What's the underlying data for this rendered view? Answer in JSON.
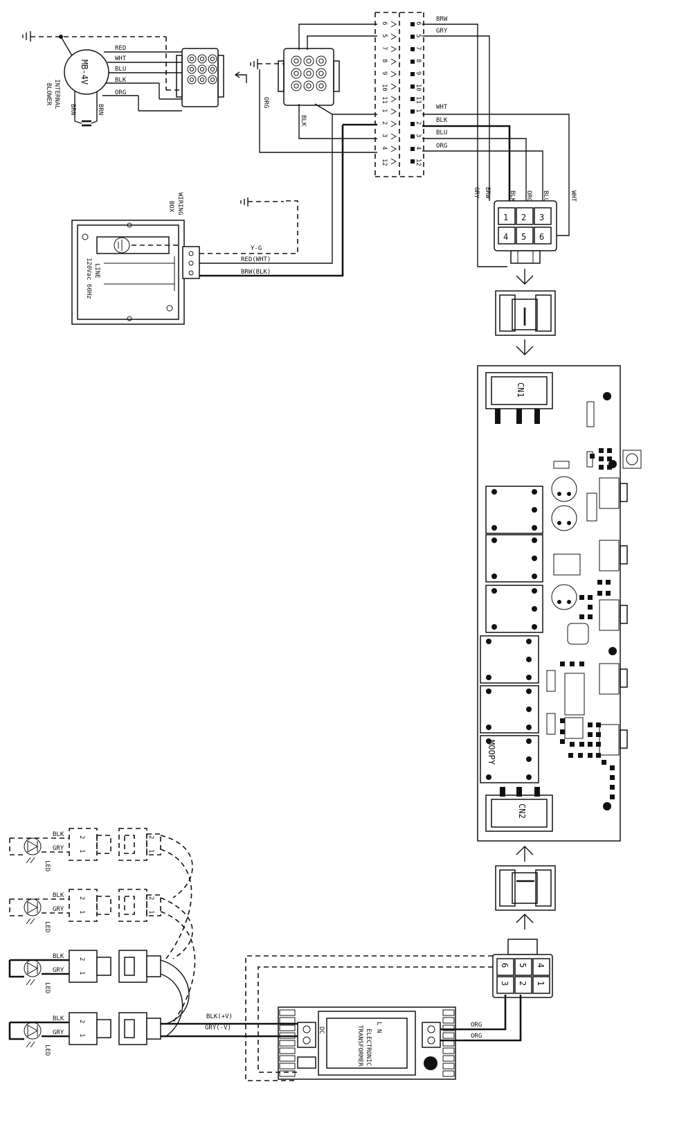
{
  "blower": {
    "model": "MB-4V",
    "title_line1": "INTERNAL",
    "title_line2": "BLOWER",
    "wires": [
      "RED",
      "WHT",
      "BLU",
      "BLK",
      "ORG"
    ],
    "cap_label_a": "BRN",
    "cap_label_b": "BRN"
  },
  "wiring_box": {
    "title_line1": "WIRING",
    "title_line2": "BOX",
    "plug_label_line1": "LINE",
    "plug_label_line2": "120Vac 60Hz",
    "wires": [
      "Y-G",
      "RED(WHT)",
      "BRW(BLK)"
    ]
  },
  "terminal_block": {
    "left_numbers": [
      "6",
      "5",
      "7",
      "8",
      "9",
      "10",
      "11",
      "1",
      "2",
      "3",
      "4",
      "12"
    ],
    "right_numbers": [
      "6",
      "5",
      "7",
      "8",
      "9",
      "10",
      "11",
      "1",
      "2",
      "3",
      "4",
      "12"
    ],
    "wires_top": [
      "BRW",
      "GRY"
    ],
    "wires_bottom": [
      "WHT",
      "BLK",
      "BLU",
      "ORG"
    ]
  },
  "nine_pin_connector": {
    "side_labels": [
      "ORG",
      "BLK"
    ]
  },
  "six_pin_top": {
    "pins": [
      "1",
      "2",
      "3",
      "4",
      "5",
      "6"
    ],
    "wires": [
      "GRY",
      "BRW",
      "BLK",
      "ORG",
      "BLU",
      "WHT"
    ]
  },
  "control_board": {
    "cn1": "CN1",
    "cn2": "CN2",
    "relay_label": "MOOPY"
  },
  "six_pin_bottom": {
    "pins": [
      "6",
      "5",
      "4",
      "3",
      "2",
      "1"
    ]
  },
  "transformer": {
    "title_line1": "ELECTRONIC",
    "title_line2": "TRANSFORMER",
    "input_label": "L  N",
    "side_label": "DC",
    "input_wires": [
      "ORG",
      "ORG"
    ],
    "output_wires": [
      "BLK(+V)",
      "GRY(-V)"
    ]
  },
  "lamps": {
    "wire_labels": [
      "BLK",
      "GRY"
    ],
    "pin_labels": [
      "2",
      "1"
    ],
    "lamp_label": "LED",
    "count": 4
  }
}
